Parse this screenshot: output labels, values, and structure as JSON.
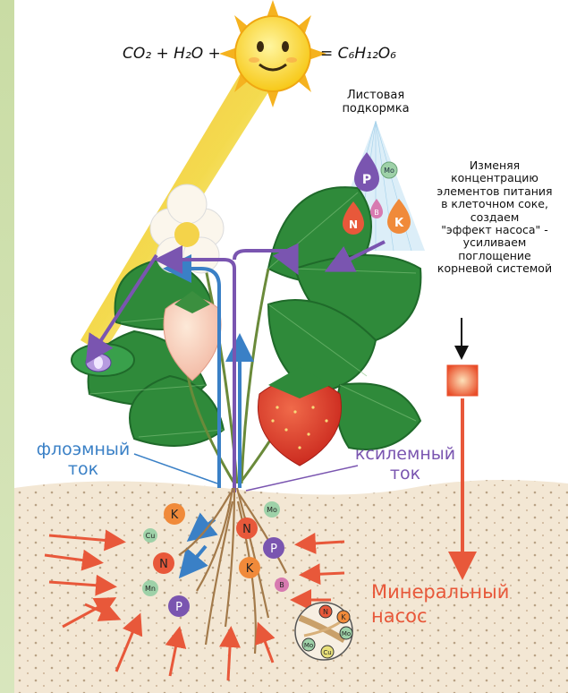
{
  "equation": {
    "left": "CO₂ + H₂O +",
    "right": "= C₆H₁₂O₆"
  },
  "foliar_label": "Листовая\nподкормка",
  "pump_text": "Изменяя\nконцентрацию\nэлементов питания\nв клеточном соке,\nсоздаем\n\"эффект насоса\" -\nусиливаем\nпоглощение\nкорневой системой",
  "phloem_label": "флоэмный\nток",
  "xylem_label": "ксилемный\nток",
  "mineral_pump_label": "Минеральный\nнасос",
  "nutrients": {
    "foliar": [
      "P",
      "Mo",
      "N",
      "B",
      "K"
    ],
    "soil": [
      "K",
      "Cu",
      "N",
      "Mn",
      "P",
      "Mo",
      "N",
      "P",
      "K",
      "B"
    ],
    "cluster": [
      "N",
      "K",
      "Mo",
      "Mo",
      "Cu"
    ]
  },
  "colors": {
    "phloem": "#3a80c6",
    "xylem": "#7a55b0",
    "mineral_pump": "#e8583a",
    "leaf": "#2f8a3a",
    "soil": "#f3e7d4"
  }
}
